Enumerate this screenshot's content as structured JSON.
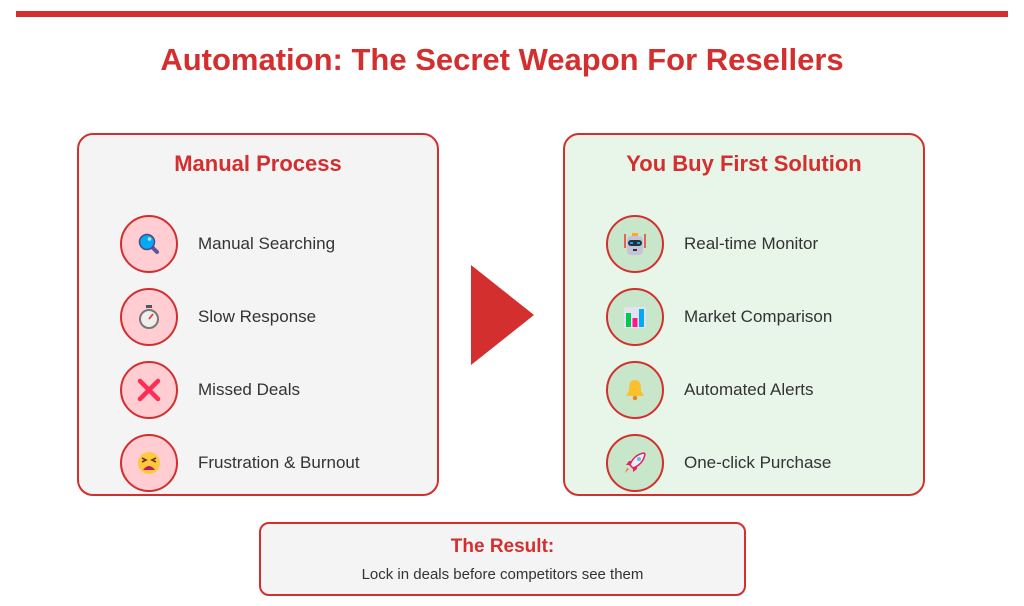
{
  "header": {
    "title": "Automation: The Secret Weapon For Resellers"
  },
  "colors": {
    "accent": "#d32f2f",
    "manual_bg": "#f4f4f4",
    "solution_bg": "#e8f5e9",
    "manual_icon_bg": "#ffcdd2",
    "solution_icon_bg": "#c8e6c9"
  },
  "manual": {
    "title": "Manual Process",
    "items": [
      {
        "icon": "magnifying-glass-icon",
        "label": "Manual Searching"
      },
      {
        "icon": "stopwatch-icon",
        "label": "Slow Response"
      },
      {
        "icon": "cross-mark-icon",
        "label": "Missed Deals"
      },
      {
        "icon": "tired-face-icon",
        "label": "Frustration & Burnout"
      }
    ]
  },
  "solution": {
    "title": "You Buy First Solution",
    "items": [
      {
        "icon": "robot-icon",
        "label": "Real-time Monitor"
      },
      {
        "icon": "bar-chart-icon",
        "label": "Market Comparison"
      },
      {
        "icon": "bell-icon",
        "label": "Automated Alerts"
      },
      {
        "icon": "rocket-icon",
        "label": "One-click Purchase"
      }
    ]
  },
  "result": {
    "title": "The Result:",
    "text": "Lock in deals before competitors see them"
  }
}
